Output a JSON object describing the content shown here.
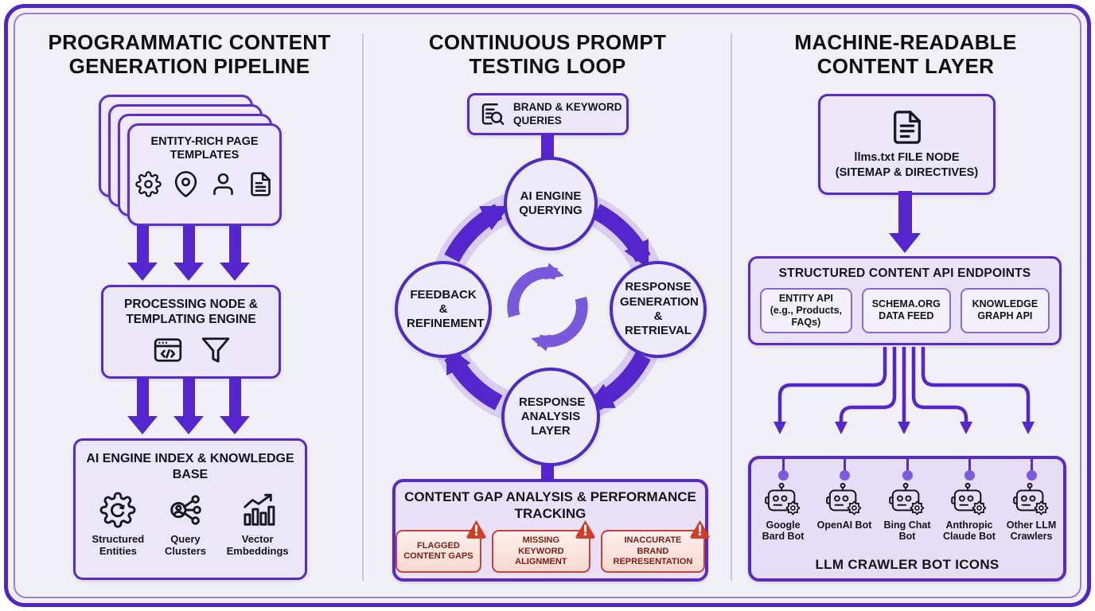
{
  "colors": {
    "accent_purple": "#5a2ac6",
    "arrow_purple": "#5526ce",
    "light_ring": "#d9cdf2",
    "cycle_icon_purple": "#7a58dc",
    "box_fill": "#ece6f9",
    "alert_red": "#cc4132",
    "alert_fill": "#fbe3dc",
    "background": "#f1f0f6"
  },
  "panels": {
    "left": {
      "title": "PROGRAMMATIC CONTENT GENERATION PIPELINE",
      "templates_card": {
        "title": "ENTITY-RICH PAGE TEMPLATES",
        "icons": [
          "gear-icon",
          "location-pin-icon",
          "person-icon",
          "document-icon"
        ]
      },
      "processing_box": {
        "title": "PROCESSING NODE & TEMPLATING ENGINE",
        "icons": [
          "code-window-icon",
          "funnel-icon"
        ]
      },
      "index_box": {
        "title": "AI ENGINE INDEX & KNOWLEDGE BASE",
        "items": [
          {
            "label": "Structured Entities",
            "icon": "gear-sync-icon"
          },
          {
            "label": "Query Clusters",
            "icon": "query-cluster-icon"
          },
          {
            "label": "Vector Embeddings",
            "icon": "vector-chart-icon"
          }
        ]
      }
    },
    "center": {
      "title": "CONTINUOUS PROMPT TESTING LOOP",
      "queries_box": {
        "label": "BRAND & KEYWORD QUERIES",
        "icon": "document-search-icon"
      },
      "loop_nodes": [
        {
          "label": "AI ENGINE QUERYING",
          "position": "top"
        },
        {
          "label": "RESPONSE GENERATION & RETRIEVAL",
          "position": "right"
        },
        {
          "label": "RESPONSE ANALYSIS LAYER",
          "position": "bottom"
        },
        {
          "label": "FEEDBACK & REFINEMENT",
          "position": "left"
        }
      ],
      "loop_icon": "cycle-arrows-icon",
      "gap_box": {
        "title": "CONTENT GAP ANALYSIS & PERFORMANCE TRACKING",
        "alerts": [
          "FLAGGED CONTENT GAPS",
          "MISSING KEYWORD ALIGNMENT",
          "INACCURATE BRAND REPRESENTATION"
        ],
        "alert_icon": "warning-triangle-icon"
      }
    },
    "right": {
      "title": "MACHINE-READABLE CONTENT LAYER",
      "llms_box": {
        "label": "llms.txt FILE NODE (SITEMAP & DIRECTIVES)",
        "icon": "document-icon"
      },
      "api_box": {
        "title": "STRUCTURED CONTENT API ENDPOINTS",
        "endpoints": [
          "ENTITY API (e.g., Products, FAQs)",
          "SCHEMA.ORG DATA FEED",
          "KNOWLEDGE GRAPH API"
        ]
      },
      "bots_box": {
        "caption": "LLM CRAWLER BOT ICONS",
        "bot_icon": "robot-icon",
        "bots": [
          "Google Bard Bot",
          "OpenAI Bot",
          "Bing Chat Bot",
          "Anthropic Claude Bot",
          "Other LLM Crawlers"
        ]
      }
    }
  }
}
